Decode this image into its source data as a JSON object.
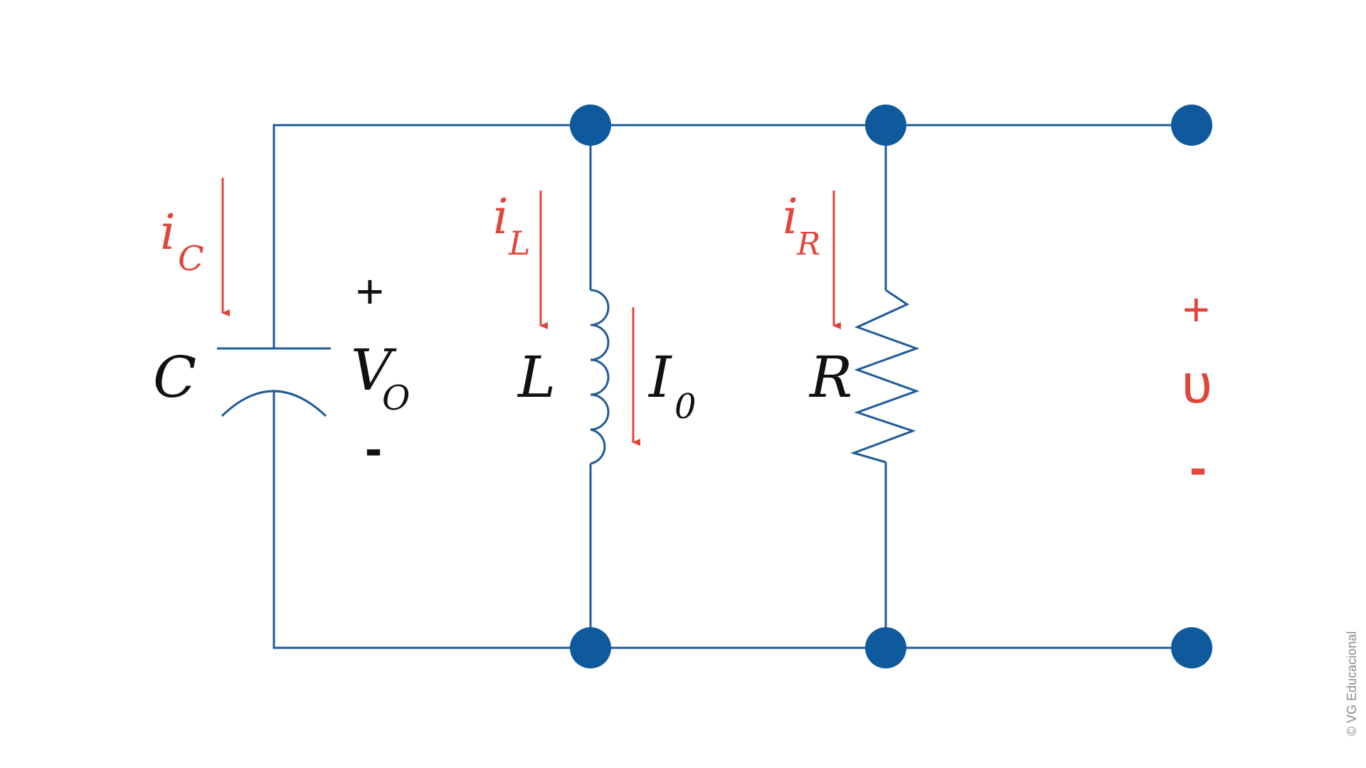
{
  "colors": {
    "wire": "#1f5b9a",
    "node": "#0f5a9c",
    "current": "#e2453c",
    "label": "#111111",
    "credit": "#8a8a8a"
  },
  "labels": {
    "capacitor": "C",
    "inductor": "L",
    "resistor": "R",
    "initial_voltage": {
      "main": "V",
      "sub": "O",
      "plus": "+",
      "minus": "-"
    },
    "initial_current": {
      "main": "I",
      "sub": "0"
    },
    "current_c": {
      "main": "i",
      "sub": "C"
    },
    "current_l": {
      "main": "i",
      "sub": "L"
    },
    "current_r": {
      "main": "i",
      "sub": "R"
    },
    "output_voltage": {
      "symbol": "υ",
      "plus": "+",
      "minus": "-"
    }
  },
  "credit": "© VG Educacional"
}
